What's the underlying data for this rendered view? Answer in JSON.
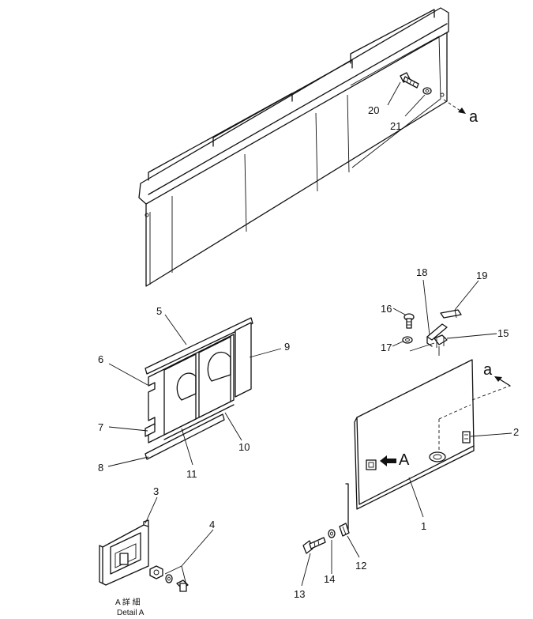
{
  "labels": {
    "p1": "1",
    "p2": "2",
    "p3": "3",
    "p4": "4",
    "p5": "5",
    "p6": "6",
    "p7": "7",
    "p8": "8",
    "p9": "9",
    "p10": "10",
    "p11": "11",
    "p12": "12",
    "p13": "13",
    "p14": "14",
    "p15": "15",
    "p16": "16",
    "p17": "17",
    "p18": "18",
    "p19": "19",
    "p20": "20",
    "p21": "21"
  },
  "markers": {
    "arrow_a_upper": "a",
    "arrow_a_lower": "a",
    "view_a": "A"
  },
  "detail": {
    "caption_jp": "A 詳 細",
    "caption_en": "Detail A"
  }
}
